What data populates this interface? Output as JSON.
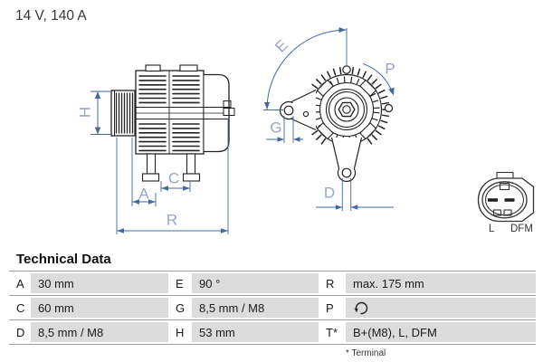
{
  "product": {
    "rating": "14 V, 140 A"
  },
  "diagram": {
    "dimensions": {
      "h": "H",
      "a": "A",
      "c": "C",
      "r": "R",
      "e": "E",
      "g": "G",
      "p": "P",
      "d": "D"
    },
    "connector": {
      "pin_left": "L",
      "pin_right": "DFM"
    }
  },
  "table": {
    "heading": "Technical Data",
    "rows": [
      [
        {
          "key": "A",
          "value": "30 mm"
        },
        {
          "key": "E",
          "value": "90 °"
        },
        {
          "key": "R",
          "value": "max. 175 mm"
        }
      ],
      [
        {
          "key": "C",
          "value": "60 mm"
        },
        {
          "key": "G",
          "value": "8,5 mm / M8"
        },
        {
          "key": "P",
          "value": "",
          "icon": "rotation-direction"
        }
      ],
      [
        {
          "key": "D",
          "value": "8,5 mm / M8"
        },
        {
          "key": "H",
          "value": "53 mm"
        },
        {
          "key": "T*",
          "value": "B+(M8), L, DFM"
        }
      ]
    ],
    "footnote": "* Terminal"
  },
  "colors": {
    "dimension_line": "#44699f",
    "dimension_label": "#97a6c3",
    "drawing_line": "#222222",
    "table_cell_bg": "#dcdcdc",
    "table_rule": "#9f9f9f"
  }
}
